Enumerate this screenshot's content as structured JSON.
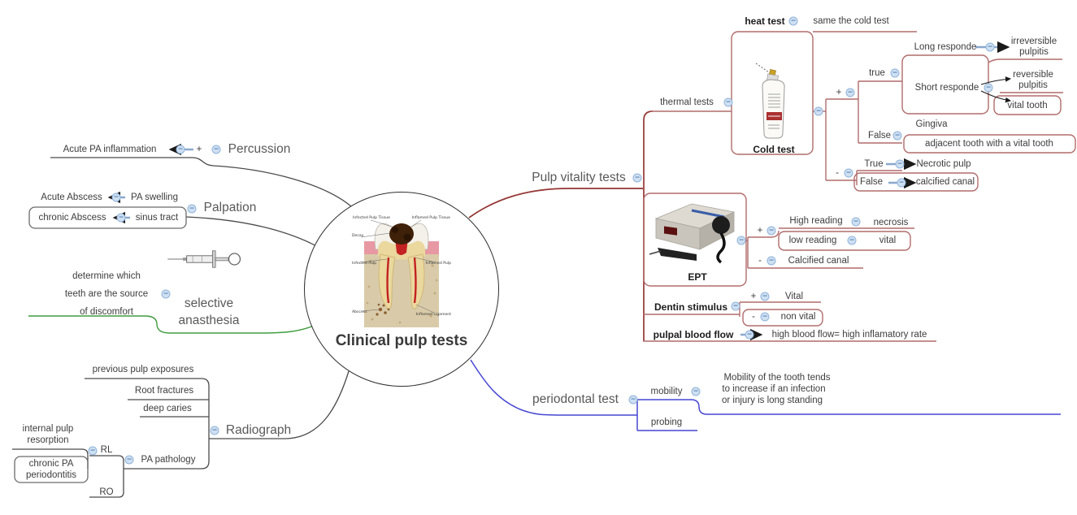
{
  "icons": {
    "minus": "−"
  },
  "colors": {
    "main_red": "#943634",
    "light_red": "#b26b6b",
    "blue_branch": "#4646d2",
    "green_branch": "#3f9e3f",
    "dark_line": "#4a4a4a",
    "collapse_fill": "#cfe0f2",
    "collapse_border": "#8fb3da"
  },
  "center": {
    "title": "Clinical pulp tests",
    "tooth": {
      "t1": "Infected Pulp Tissue",
      "t2": "Inflamed Pulp Tissue",
      "t3": "Decay",
      "t4": "Infected Pulp",
      "t5": "Inflamed Pulp",
      "t6": "Abscess",
      "t7": "Inflamed Ligament"
    }
  },
  "percussion": {
    "topic": "Percussion",
    "plus": "+",
    "result": "Acute PA inflammation"
  },
  "palpation": {
    "topic": "Palpation",
    "acute": "Acute Abscess",
    "pa_swelling": "PA swelling",
    "chronic": "chronic Abscess",
    "sinus": "sinus tract"
  },
  "anasthesia": {
    "topic1": "selective",
    "topic2": "anasthesia",
    "note1": "determine which",
    "note2": "teeth are the source",
    "note3": "of discomfort"
  },
  "radiograph": {
    "topic": "Radiograph",
    "exposures": "previous pulp exposures",
    "fractures": "Root fractures",
    "caries": "deep caries",
    "pathology": "PA pathology",
    "rl": "RL",
    "ro": "RO",
    "resorption1": "internal pulp",
    "resorption2": "resorption",
    "periodontitis1": "chronic PA",
    "periodontitis2": "periodontitis"
  },
  "vitality": {
    "topic": "Pulp vitality tests",
    "thermal": {
      "label": "thermal tests",
      "heat": "heat test",
      "heat_note": "same the cold test",
      "cold": "Cold test",
      "plus": "+",
      "minus": "-",
      "truepos": "true",
      "falsepos": "False",
      "long": "Long responde",
      "irreversible1": "irreversible",
      "irreversible2": "pulpitis",
      "short": "Short responde",
      "reversible1": "reversible",
      "reversible2": "pulpitis",
      "vital_tooth": "vital tooth",
      "gingiva": "Gingiva",
      "adjacent": "adjacent tooth with a vital tooth",
      "trueneg": "True",
      "necrotic": "Necrotic pulp",
      "falseneg": "False",
      "calcified": "calcified canal"
    },
    "ept": {
      "label": "EPT",
      "plus": "+",
      "minus": "-",
      "high": "High reading",
      "necrosis": "necrosis",
      "low": "low reading",
      "vital": "vital",
      "calcified": "Calcified canal"
    },
    "dentin": {
      "label": "Dentin stimulus",
      "plus": "+",
      "minus": "-",
      "vital": "Vital",
      "nonvital": "non vital"
    },
    "blood": {
      "label": "pulpal blood flow",
      "note": "high blood flow= high inflamatory rate"
    }
  },
  "periodontal": {
    "topic": "periodontal test",
    "mobility": "mobility",
    "probing": "probing",
    "note1": "Mobility of the tooth tends",
    "note2": "to increase if an infection",
    "note3": "or injury is long standing"
  }
}
